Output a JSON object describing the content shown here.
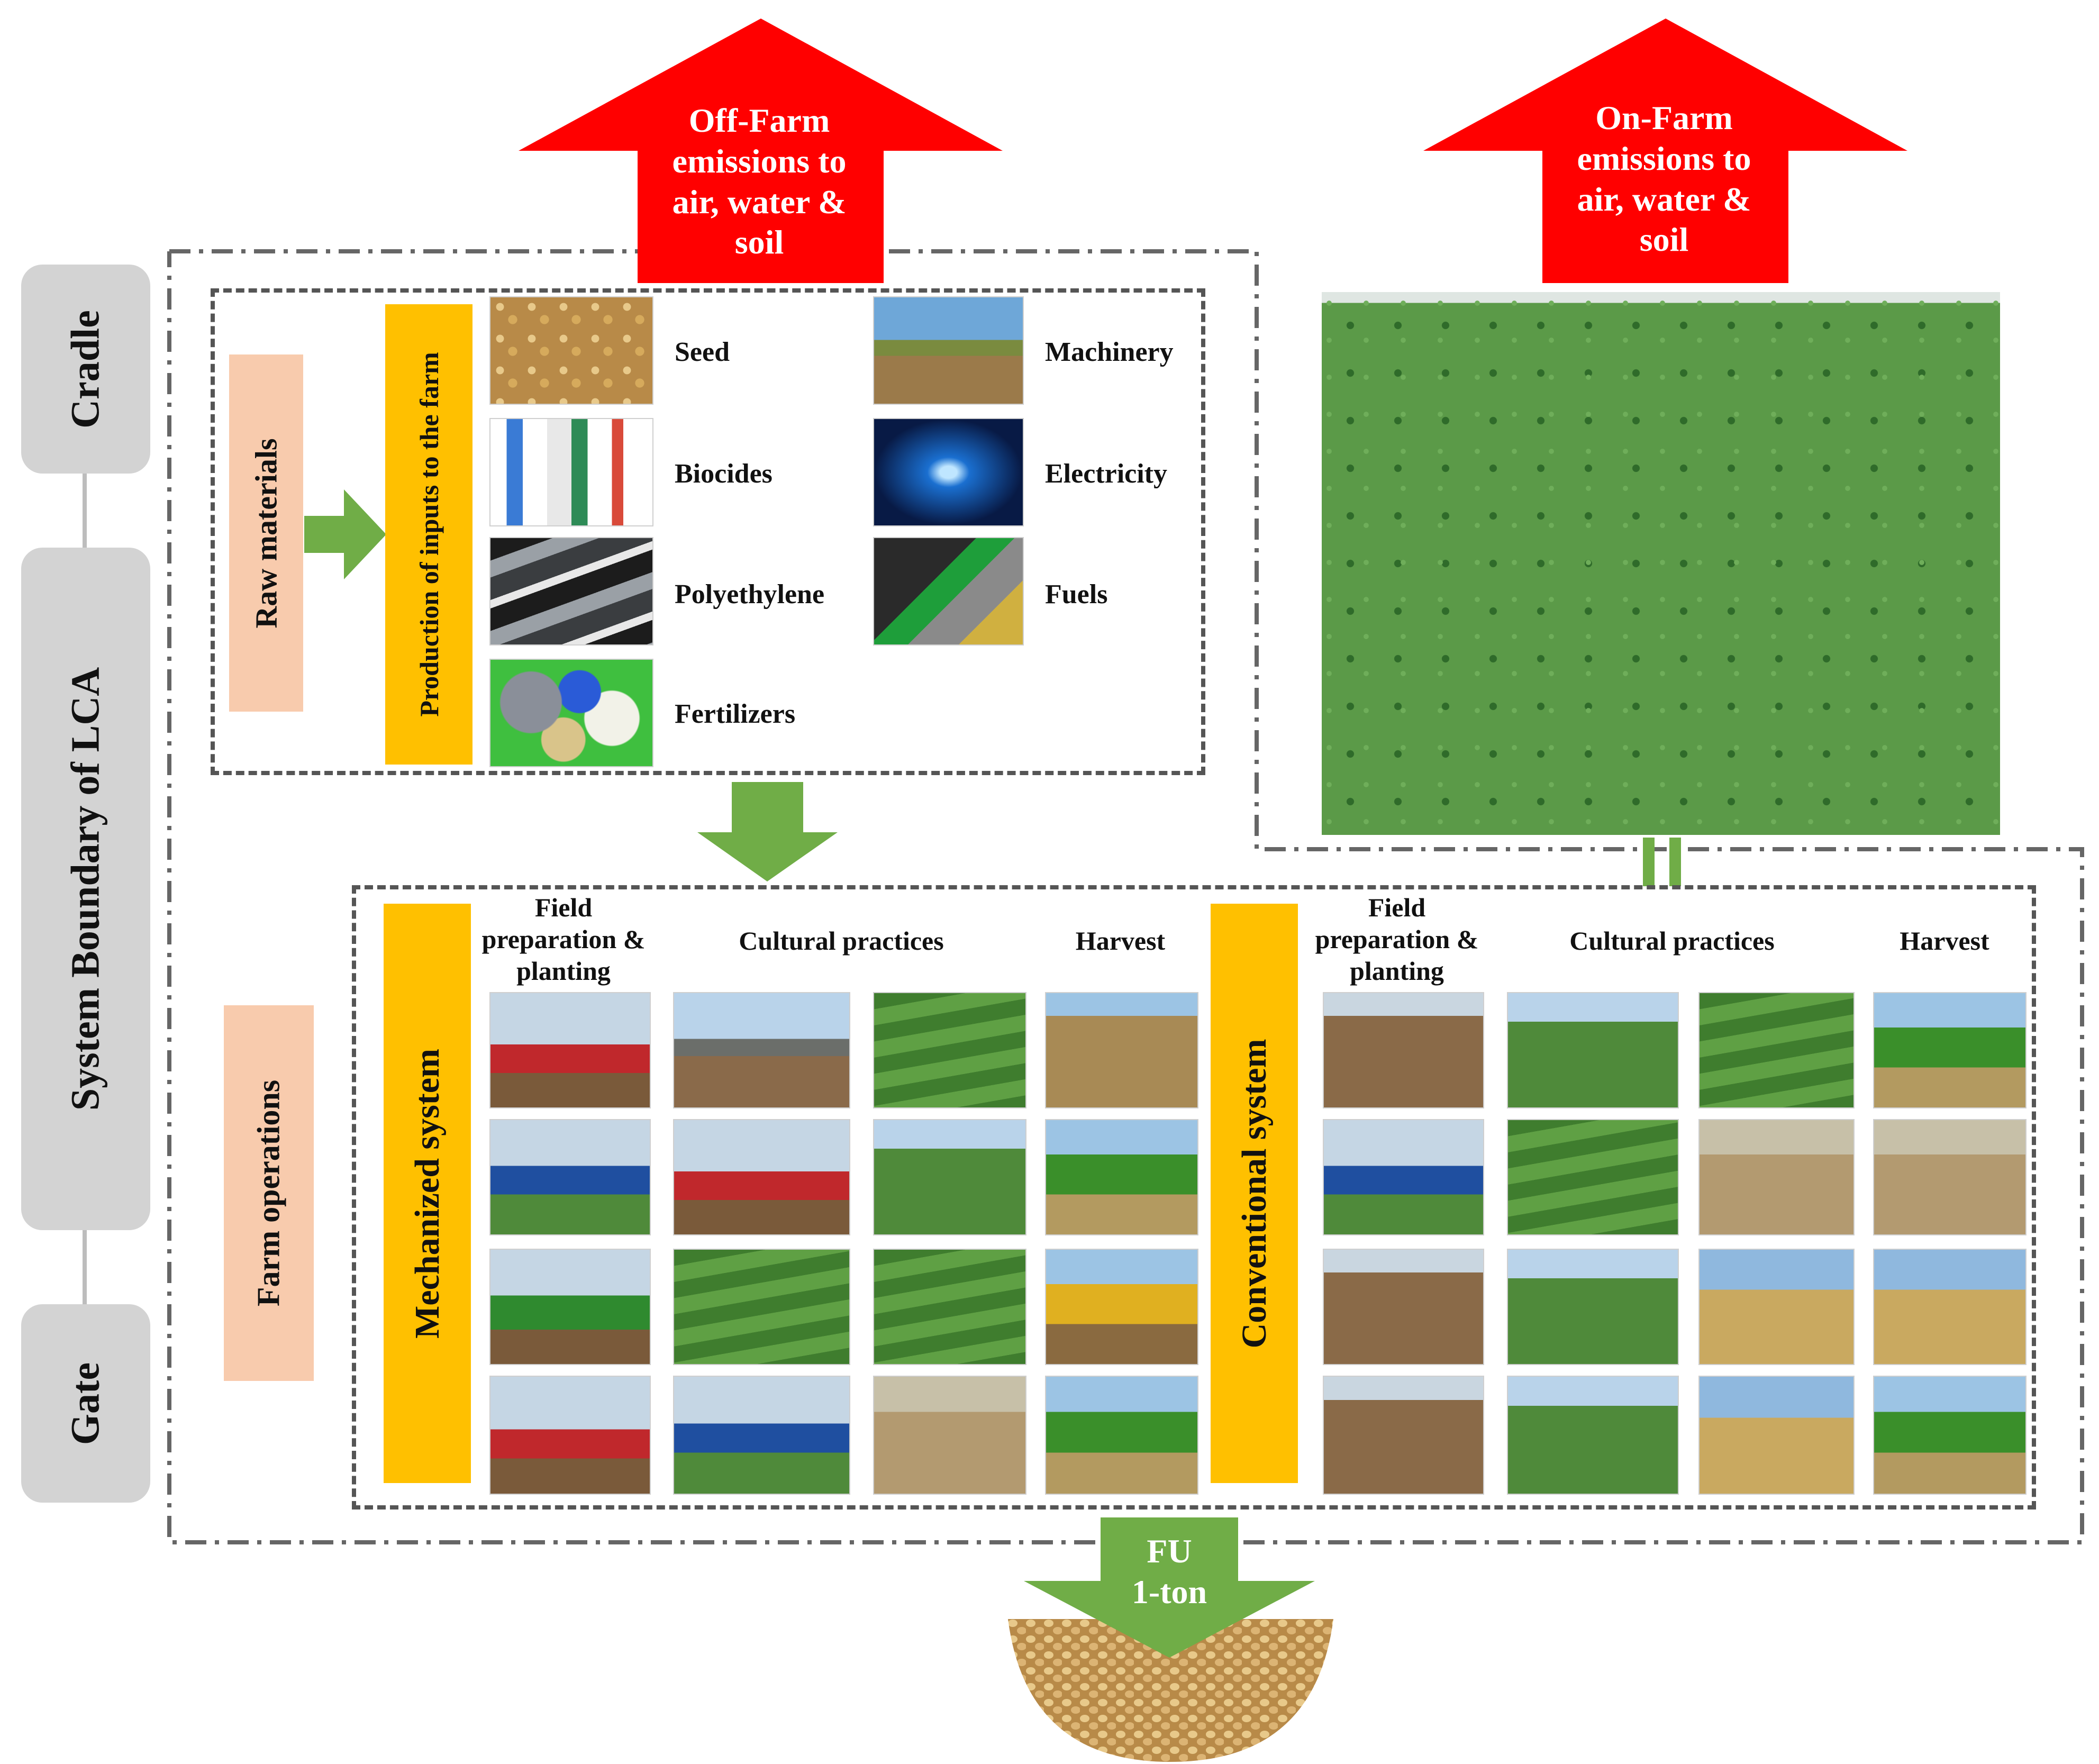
{
  "stages": {
    "cradle": "Cradle",
    "boundary": "System Boundary of LCA",
    "gate": "Gate"
  },
  "emissions": {
    "off_farm": "Off-Farm emissions to air, water & soil",
    "on_farm": "On-Farm emissions to air, water & soil"
  },
  "inputs": {
    "raw_materials": "Raw materials",
    "production": "Production of inputs to the farm",
    "items": {
      "seed": "Seed",
      "biocides": "Biocides",
      "polyethylene": "Polyethylene",
      "fertilizers": "Fertilizers",
      "machinery": "Machinery",
      "electricity": "Electricity",
      "fuels": "Fuels"
    }
  },
  "operations": {
    "farm_operations": "Farm operations",
    "mechanized": {
      "title": "Mechanized system",
      "field_prep": "Field preparation & planting",
      "cultural": "Cultural practices",
      "harvest": "Harvest"
    },
    "conventional": {
      "title": "Conventional system",
      "field_prep": "Field preparation & planting",
      "cultural": "Cultural practices",
      "harvest": "Harvest"
    }
  },
  "output": {
    "fu_line1": "FU",
    "fu_line2": "1-ton"
  },
  "colors": {
    "red_arrow": "#ff0000",
    "green_arrow": "#70ad47",
    "peach": "#f8cbad",
    "gold": "#ffc000",
    "stage_gray": "#d3d3d3"
  }
}
